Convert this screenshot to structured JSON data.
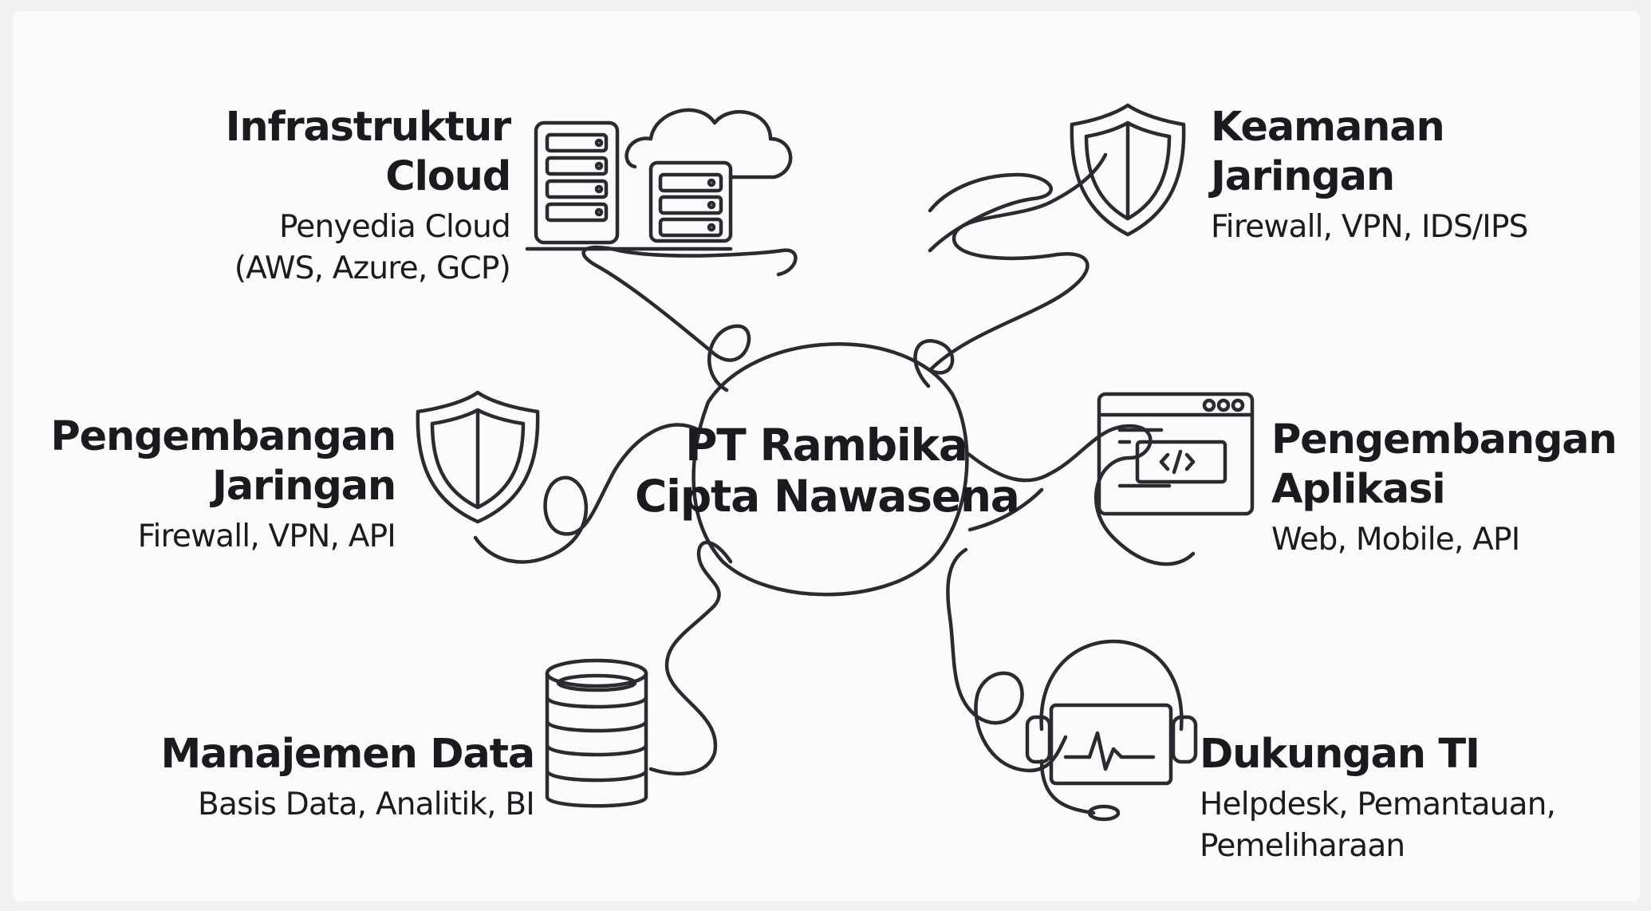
{
  "center": {
    "line1": "PT Rambika",
    "line2": "Cipta Nawasena"
  },
  "nodes": {
    "cloud": {
      "title1": "Infrastruktur",
      "title2": "Cloud",
      "sub1": "Penyedia Cloud",
      "sub2": "(AWS, Azure, GCP)",
      "icon": "server-cloud-icon"
    },
    "security": {
      "title1": "Keamanan",
      "title2": "Jaringan",
      "sub1": "Firewall, VPN, IDS/IPS",
      "icon": "shield-icon"
    },
    "network": {
      "title1": "Pengembangan",
      "title2": "Jaringan",
      "sub1": "Firewall, VPN, API",
      "icon": "shield-icon"
    },
    "apps": {
      "title1": "Pengembangan",
      "title2": "Aplikasi",
      "sub1": "Web, Mobile, API",
      "icon": "code-window-icon"
    },
    "data": {
      "title1": "Manajemen Data",
      "sub1": "Basis Data, Analitik, BI",
      "icon": "database-icon"
    },
    "support": {
      "title1": "Dukungan TI",
      "sub1": "Helpdesk, Pemantauan,",
      "sub2": "Pemeliharaan",
      "icon": "headset-monitor-icon"
    }
  },
  "colors": {
    "ink": "#2a2a30",
    "paper": "#fbfbfc",
    "background": "#f1f1f3"
  }
}
